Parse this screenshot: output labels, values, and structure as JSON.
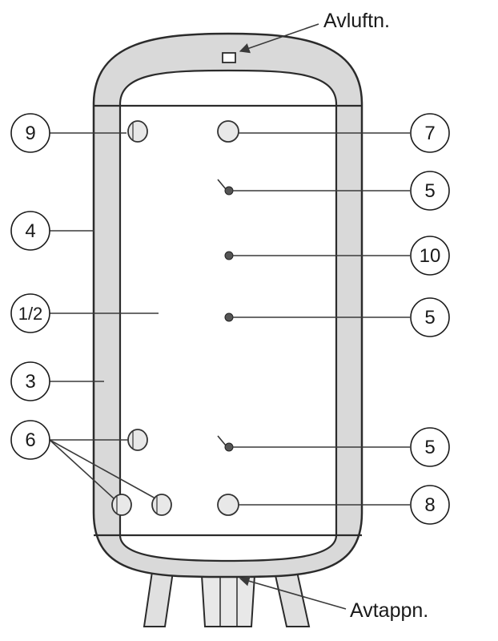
{
  "labels": {
    "vent": "Avluftn.",
    "drain": "Avtappn."
  },
  "callouts": [
    {
      "id": "9",
      "text": "9"
    },
    {
      "id": "4",
      "text": "4"
    },
    {
      "id": "12",
      "text": "1/2"
    },
    {
      "id": "3",
      "text": "3"
    },
    {
      "id": "6",
      "text": "6"
    },
    {
      "id": "7",
      "text": "7"
    },
    {
      "id": "5a",
      "text": "5"
    },
    {
      "id": "10",
      "text": "10"
    },
    {
      "id": "5b",
      "text": "5"
    },
    {
      "id": "5c",
      "text": "5"
    },
    {
      "id": "8",
      "text": "8"
    }
  ],
  "colors": {
    "insulation": "#d9d9d9",
    "outline": "#2b2b2b",
    "tank": "#ffffff"
  }
}
